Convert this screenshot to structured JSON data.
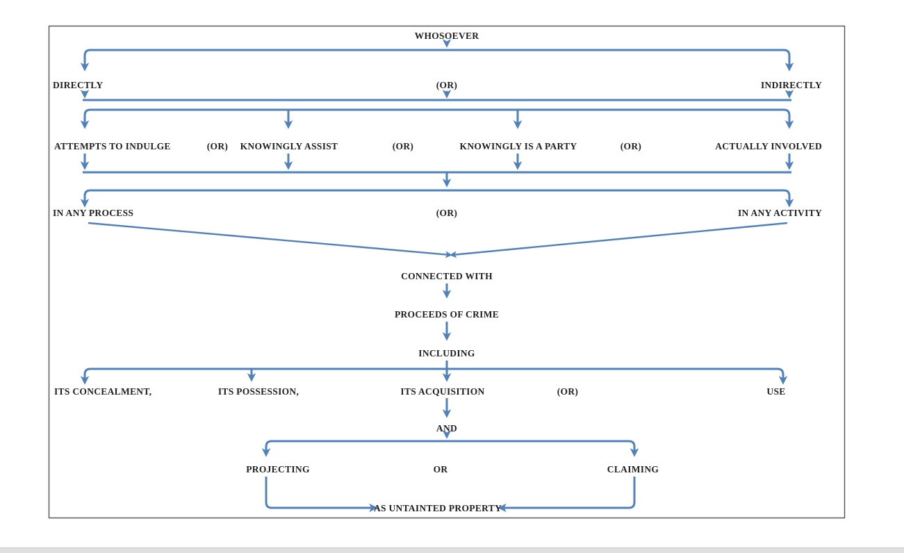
{
  "style": {
    "accent_blue": "#4f81bd",
    "text_color": "#1f1f1f",
    "frame_border_color": "#59595b",
    "background": "#ffffff",
    "bottom_bar_color": "#e0e0e1"
  },
  "flowchart": {
    "root": "WHOSOEVER",
    "level1": {
      "left": "DIRECTLY",
      "or": "(OR)",
      "right": "INDIRECTLY"
    },
    "level2": {
      "items": [
        "ATTEMPTS TO INDULGE",
        "KNOWINGLY ASSIST",
        "KNOWINGLY IS A PARTY",
        "ACTUALLY INVOLVED"
      ],
      "ors": [
        "(OR)",
        "(OR)",
        "(OR)"
      ]
    },
    "level3": {
      "left": "IN ANY PROCESS",
      "or": "(OR)",
      "right": "IN ANY ACTIVITY"
    },
    "chain": [
      "CONNECTED WITH",
      "PROCEEDS OF CRIME",
      "INCLUDING"
    ],
    "level4": {
      "items": [
        "ITS CONCEALMENT,",
        "ITS POSSESSION,",
        "ITS ACQUISITION",
        "USE"
      ],
      "or": "(OR)"
    },
    "and_connector": "AND",
    "level5": {
      "left": "PROJECTING",
      "or": "OR",
      "right": "CLAIMING"
    },
    "result": "AS UNTAINTED PROPERTY"
  }
}
